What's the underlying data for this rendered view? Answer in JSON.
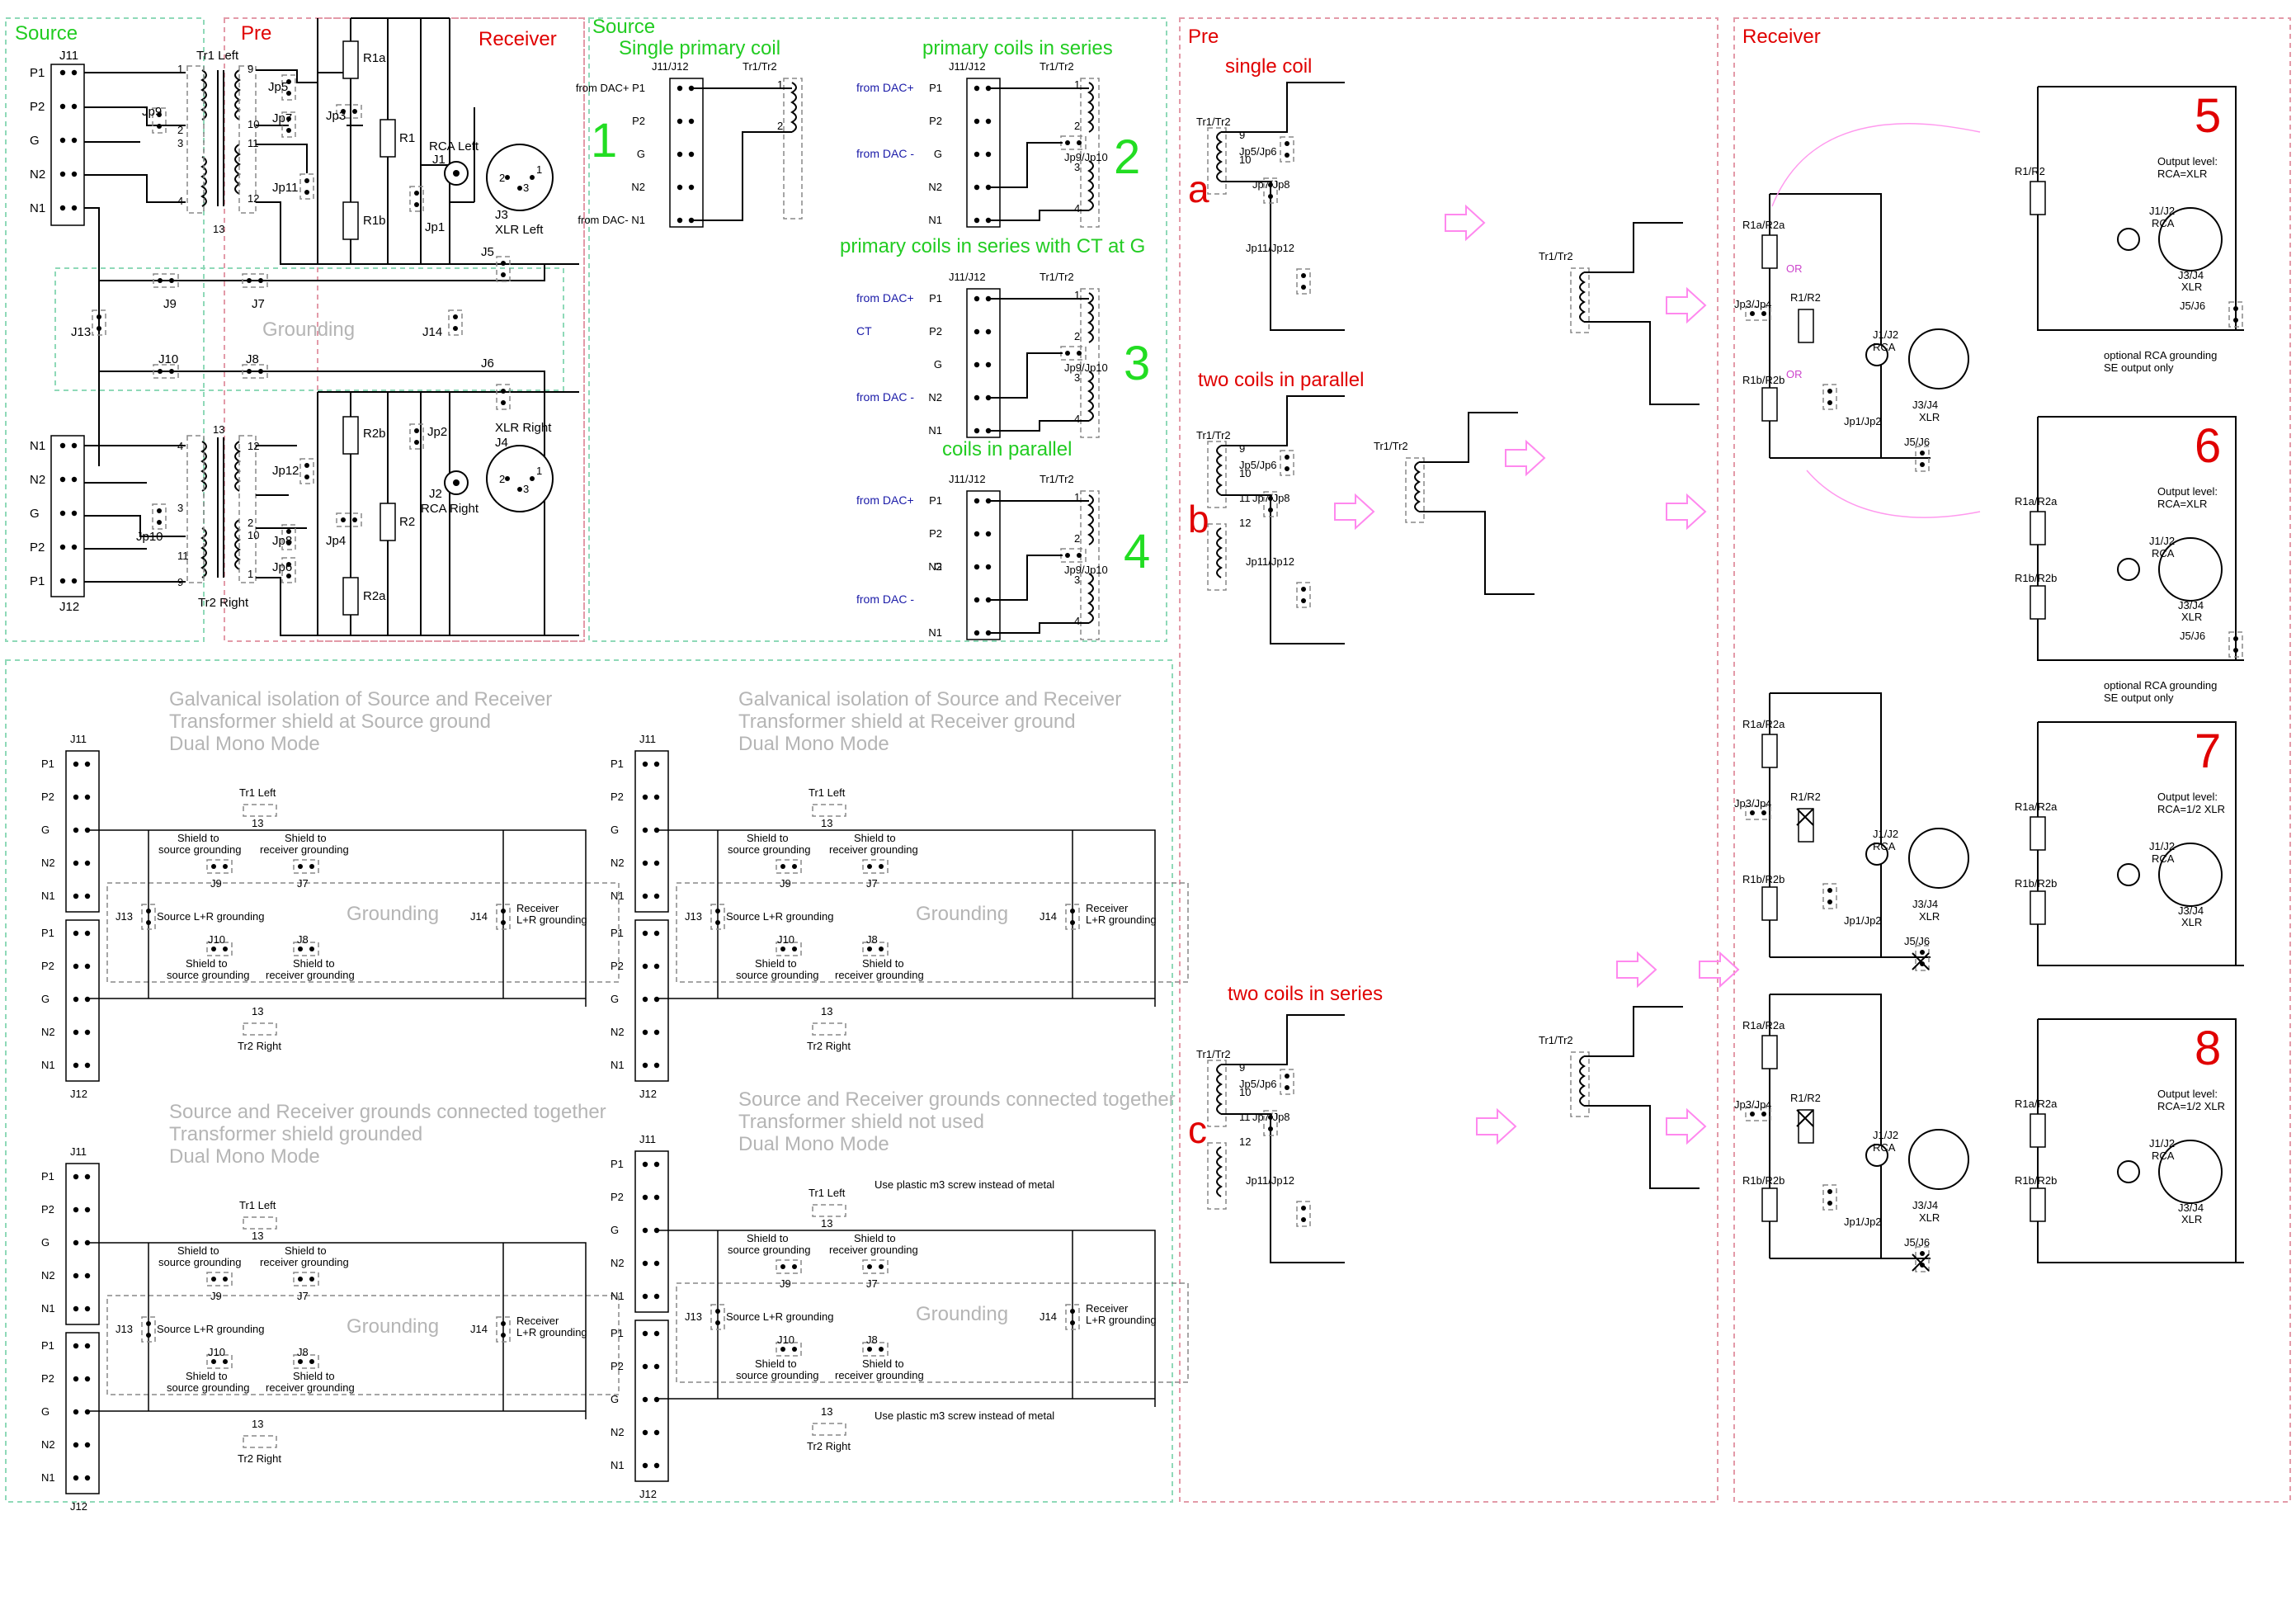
{
  "zones": {
    "source": "Source",
    "pre": "Pre",
    "receiver": "Receiver"
  },
  "main": {
    "tr1": "Tr1 Left",
    "tr2": "Tr2 Right",
    "j11": "J11",
    "j12": "J12",
    "pins_top": [
      "P1",
      "P2",
      "G",
      "N2",
      "N1"
    ],
    "pins_bottom": [
      "N1",
      "N2",
      "G",
      "P2",
      "P1"
    ],
    "jp_labels": [
      "Jp9",
      "Jp5",
      "Jp7",
      "Jp3",
      "Jp11",
      "Jp1",
      "Jp10",
      "Jp12",
      "Jp8",
      "Jp4",
      "Jp6",
      "Jp2"
    ],
    "res_labels": [
      "R1a",
      "R1",
      "R1b",
      "R2b",
      "R2",
      "R2a"
    ],
    "rca_left": "RCA Left",
    "xlr_left": "XLR Left",
    "rca_right": "RCA Right",
    "xlr_right": "XLR Right",
    "j1": "J1",
    "j2": "J2",
    "j3": "J3",
    "j4": "J4",
    "j5": "J5",
    "j6": "J6",
    "j7": "J7",
    "j8": "J8",
    "j9": "J9",
    "j10": "J10",
    "j13": "J13",
    "j14": "J14",
    "grounding": "Grounding",
    "coil_top": [
      "1",
      "9",
      "10",
      "2",
      "3",
      "11",
      "12",
      "4",
      "13"
    ],
    "coil_bottom": [
      "13",
      "4",
      "12",
      "3",
      "2",
      "11",
      "10",
      "1",
      "9"
    ],
    "xlr_pins": [
      "2",
      "3",
      "1"
    ]
  },
  "source_panel": {
    "title": "Source",
    "variants": [
      {
        "num": "1",
        "title": "Single primary coil",
        "header": "J11/J12",
        "tr": "Tr1/Tr2",
        "labels": [
          "from DAC+ P1",
          "P2",
          "G",
          "N2",
          "from DAC- N1"
        ],
        "coil_nums": [
          "1",
          "2"
        ]
      },
      {
        "num": "2",
        "title": "primary coils in series",
        "header": "J11/J12",
        "tr": "Tr1/Tr2",
        "labels": [
          "from DAC+",
          "P1",
          "P2",
          "G",
          "from DAC -",
          "N2",
          "N1"
        ],
        "jp": "Jp9/Jp10",
        "coil_nums": [
          "1",
          "2",
          "3",
          "4"
        ]
      },
      {
        "num": "3",
        "title": "primary coils in series with CT at G",
        "header": "J11/J12",
        "tr": "Tr1/Tr2",
        "labels": [
          "from DAC+",
          "P1",
          "P2",
          "CT",
          "G",
          "N2",
          "from DAC -",
          "N1"
        ],
        "jp": "Jp9/Jp10",
        "coil_nums": [
          "1",
          "2",
          "3",
          "4"
        ]
      },
      {
        "num": "4",
        "title": "coils in parallel",
        "header": "J11/J12",
        "tr": "Tr1/Tr2",
        "labels": [
          "P1",
          "from DAC+",
          "P2",
          "G",
          "N2",
          "from DAC -",
          "N1"
        ],
        "jp": "Jp9/Jp10",
        "coil_nums": [
          "1",
          "2",
          "3",
          "4"
        ]
      }
    ]
  },
  "pre_panel": {
    "title": "Pre",
    "variants": [
      {
        "letter": "a",
        "title": "single coil",
        "tr": "Tr1/Tr2",
        "jps": [
          "Jp5/Jp6",
          "Jp7/Jp8",
          "Jp11/Jp12"
        ],
        "nums": [
          "9",
          "10"
        ]
      },
      {
        "letter": "b",
        "title": "two coils in parallel",
        "tr": "Tr1/Tr2",
        "jps": [
          "Jp5/Jp6",
          "Jp7/Jp8",
          "Jp11/Jp12"
        ],
        "nums": [
          "9",
          "10",
          "11",
          "12"
        ]
      },
      {
        "letter": "c",
        "title": "two coils in series",
        "tr": "Tr1/Tr2",
        "jps": [
          "Jp5/Jp6",
          "Jp7/Jp8",
          "Jp11/Jp12"
        ],
        "nums": [
          "9",
          "10",
          "11",
          "12"
        ]
      }
    ]
  },
  "receiver_panel": {
    "title": "Receiver",
    "or": "OR",
    "variants": [
      {
        "num": "5",
        "level": "Output level:",
        "level2": "RCA=XLR",
        "r": "R1/R2",
        "j12": "J1/J2",
        "rca": "RCA",
        "xlr": "J3/J4",
        "xlr2": "XLR",
        "j56": "J5/J6",
        "note": "optional RCA grounding",
        "note2": "SE output only"
      },
      {
        "num": "6",
        "level": "Output level:",
        "level2": "RCA=XLR",
        "r": "R1a/R2a",
        "rb": "R1b/R2b",
        "j12": "J1/J2",
        "rca": "RCA",
        "xlr": "J3/J4",
        "xlr2": "XLR",
        "j56": "J5/J6",
        "note": "optional RCA grounding",
        "note2": "SE output only"
      },
      {
        "num": "7",
        "level": "Output level:",
        "level2": "RCA=1/2 XLR",
        "r": "R1a/R2a",
        "rb": "R1b/R2b",
        "j12": "J1/J2",
        "rca": "RCA",
        "xlr": "J3/J4",
        "xlr2": "XLR"
      },
      {
        "num": "8",
        "level": "Output level:",
        "level2": "RCA=1/2 XLR",
        "r": "R1a/R2a",
        "rb": "R1b/R2b",
        "j12": "J1/J2",
        "rca": "RCA",
        "xlr": "J3/J4",
        "xlr2": "XLR"
      }
    ],
    "left_labels": {
      "r1a": "R1a/R2a",
      "jp3": "Jp3/Jp4",
      "r1": "R1/R2",
      "r1b": "R1b/R2b",
      "jp1": "Jp1/Jp2",
      "j56": "J5/J6",
      "j12": "J1/J2",
      "rca": "RCA",
      "xlr": "J3/J4",
      "xlr2": "XLR"
    }
  },
  "grounding_panels": [
    {
      "title1": "Galvanical isolation of Source and Receiver",
      "title2": "Transformer shield at Source ground",
      "title3": "Dual Mono Mode"
    },
    {
      "title1": "Galvanical isolation of Source and Receiver",
      "title2": "Transformer shield at Receiver ground",
      "title3": "Dual Mono Mode"
    },
    {
      "title1": "Source and Receiver grounds connected together",
      "title2": "Transformer shield grounded",
      "title3": "Dual Mono Mode"
    },
    {
      "title1": "Source and Receiver grounds connected together",
      "title2": "Transformer shield not used",
      "title3": "Dual Mono Mode",
      "screw": "Use plastic m3 screw instead of metal"
    }
  ],
  "grounding_common": {
    "j11": "J11",
    "j12": "J12",
    "pins_a": [
      "P1",
      "P2",
      "G",
      "N2",
      "N1"
    ],
    "pins_b": [
      "P1",
      "P2",
      "G",
      "N2",
      "N1"
    ],
    "tr1": "Tr1 Left",
    "tr2": "Tr2 Right",
    "n13": "13",
    "shield_src": "Shield to",
    "shield_src2": "source grounding",
    "shield_rcv": "Shield to",
    "shield_rcv2": "receiver grounding",
    "j9": "J9",
    "j7": "J7",
    "j10": "J10",
    "j8": "J8",
    "j13": "J13",
    "j14": "J14",
    "src_lr": "Source L+R grounding",
    "rcv": "Receiver",
    "rcv_lr": "L+R grounding",
    "grounding": "Grounding"
  }
}
